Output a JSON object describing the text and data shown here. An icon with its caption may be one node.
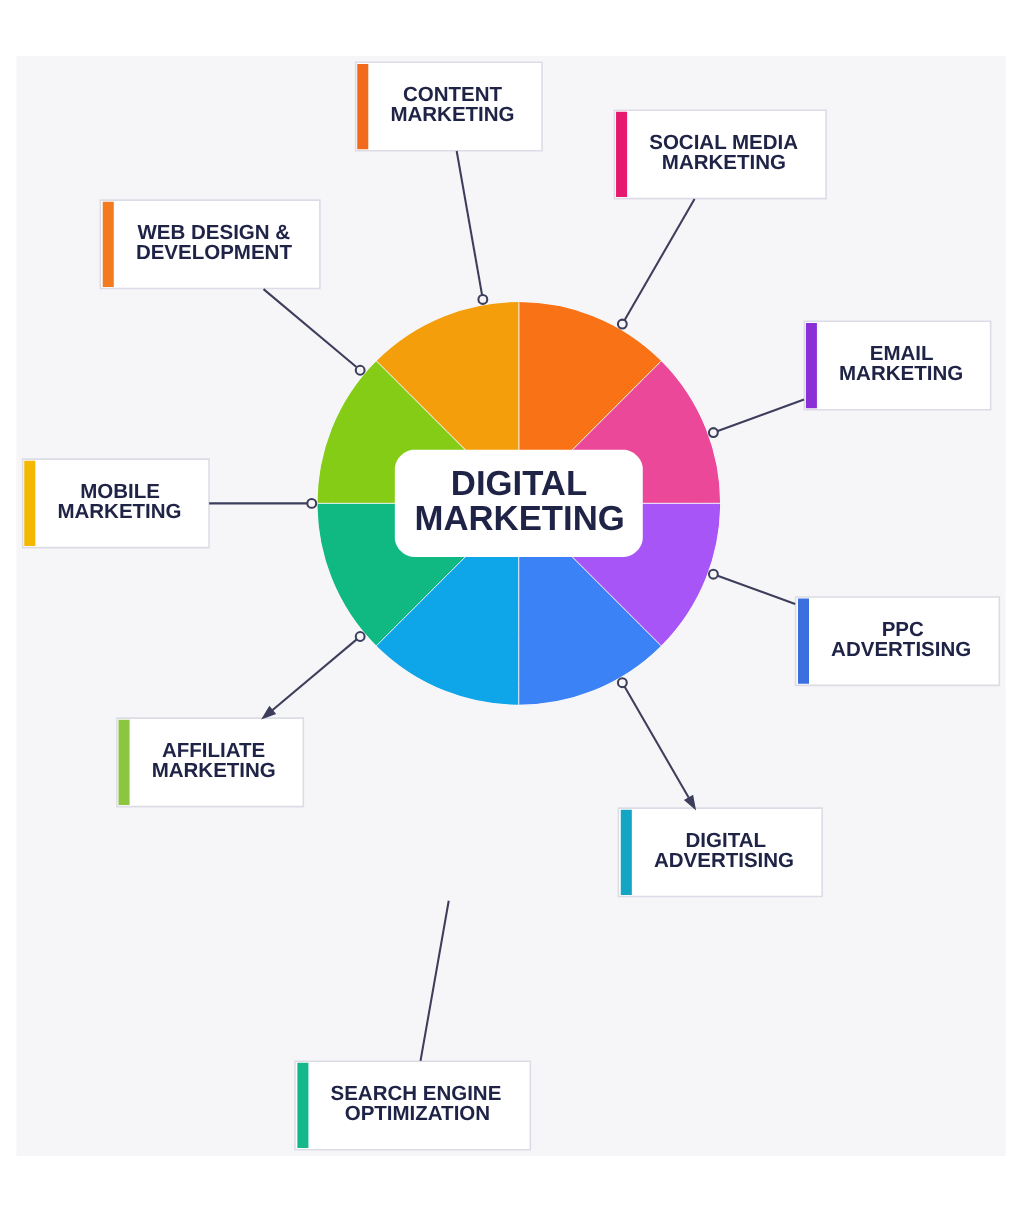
{
  "diagram": {
    "nodes": [
      {
        "text": [
          "CONTENT MARKETING"
        ]
      },
      {
        "text": [
          "SOCIAL MEDIA MARKETING"
        ]
      },
      {
        "text": [
          "WEB DESIGN & DEVELOPMENT"
        ]
      },
      {
        "text": [
          "EMAIL MARKETING"
        ]
      },
      {
        "text": [
          "DIGITAL MARKETING"
        ]
      },
      {
        "text": [
          "MOBILE MARKETING"
        ]
      },
      {
        "text": [
          "PPC ADVERTISING"
        ]
      },
      {
        "text": [
          "AFFILIATE MARKETING"
        ]
      },
      {
        "text": [
          "DIGITAL ADVERTISING"
        ]
      },
      {
        "text": [
          "SEARCH ENGINE OPTIMIZATION"
        ]
      }
    ],
    "edges": [
      {
        "from": 4,
        "to": 0,
        "arrow": "other"
      },
      {
        "from": 4,
        "to": 1,
        "arrow": "other"
      },
      {
        "from": 4,
        "to": 3,
        "arrow": "other"
      },
      {
        "from": 4,
        "to": 6,
        "arrow": "other"
      },
      {
        "from": 4,
        "to": 8,
        "arrow": "to"
      },
      {
        "from": null,
        "to": 9,
        "arrow": "none"
      },
      {
        "from": 4,
        "to": 7,
        "arrow": "to"
      },
      {
        "from": 4,
        "to": 5,
        "arrow": "other"
      },
      {
        "from": 4,
        "to": 2,
        "arrow": "other"
      }
    ]
  }
}
